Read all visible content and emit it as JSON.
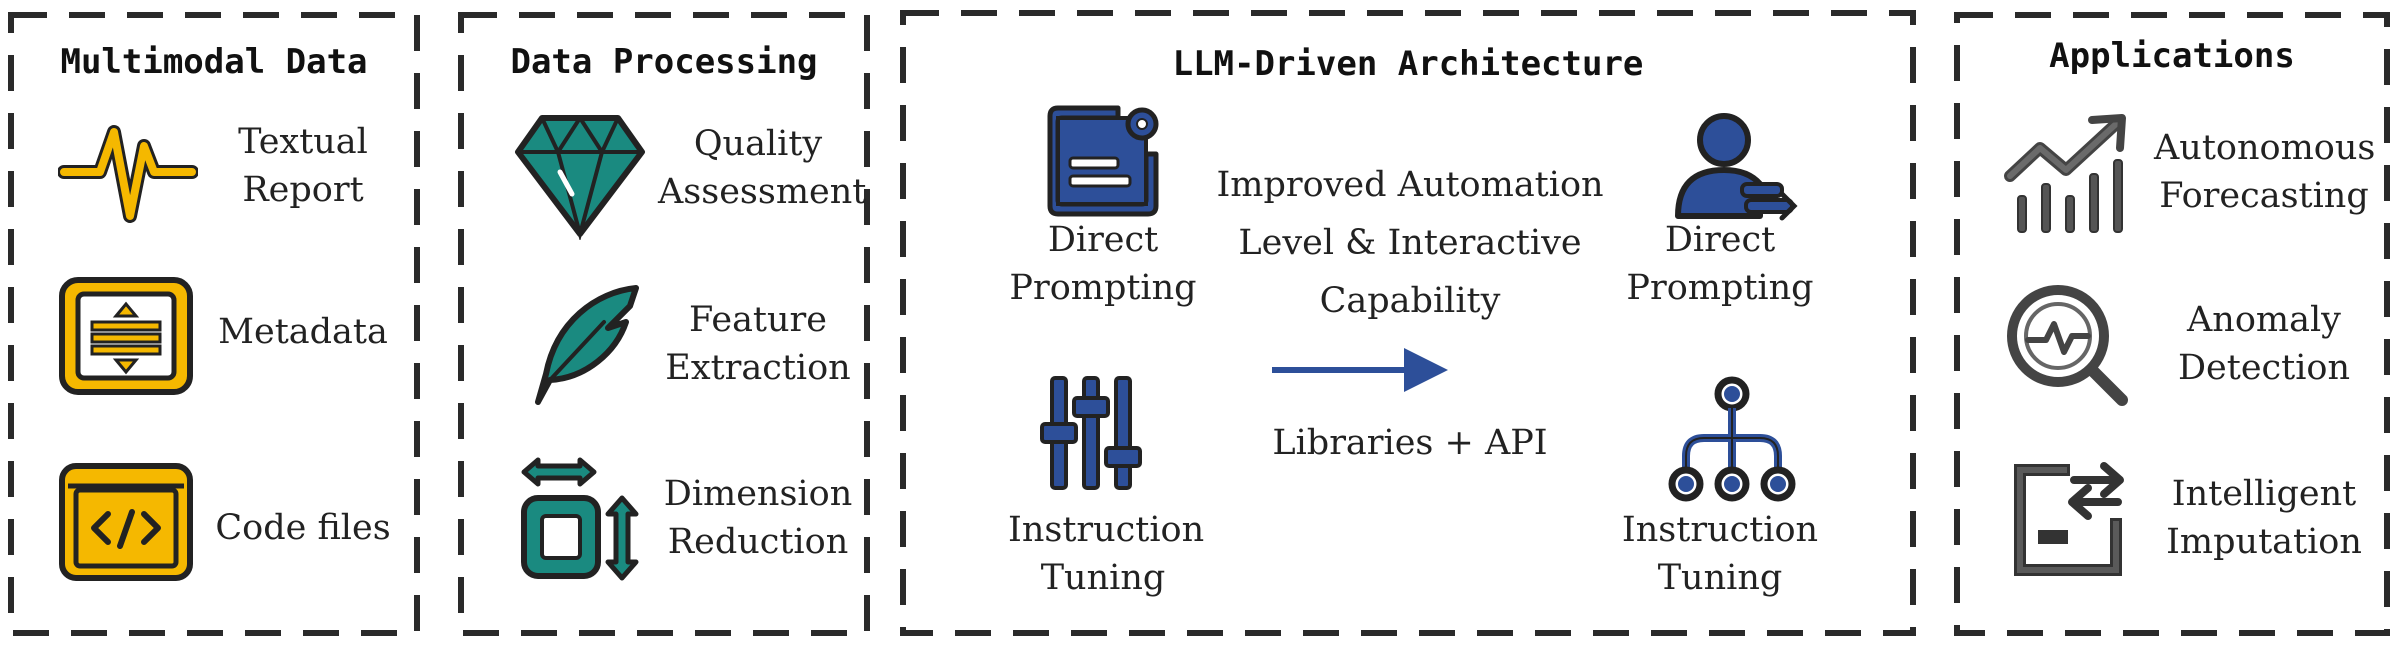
{
  "panels": {
    "multimodal": {
      "title": "Multimodal Data",
      "items": [
        {
          "line1": "Textual",
          "line2": "Report",
          "icon": "waveform-icon"
        },
        {
          "line1": "Metadata",
          "icon": "sliders-box-icon"
        },
        {
          "line1": "Code files",
          "icon": "code-window-icon"
        }
      ]
    },
    "processing": {
      "title": "Data Processing",
      "items": [
        {
          "line1": "Quality",
          "line2": "Assessment",
          "icon": "diamond-icon"
        },
        {
          "line1": "Feature",
          "line2": "Extraction",
          "icon": "feather-icon"
        },
        {
          "line1": "Dimension",
          "line2": "Reduction",
          "icon": "resize-icon"
        }
      ]
    },
    "architecture": {
      "title": "LLM-Driven Architecture",
      "left": [
        {
          "line1": "Direct",
          "line2": "Prompting",
          "icon": "document-icon"
        },
        {
          "line1": "Instruction",
          "line2": "Tuning",
          "icon": "equalizer-icon"
        }
      ],
      "right": [
        {
          "line1": "Direct",
          "line2": "Prompting",
          "icon": "user-icon"
        },
        {
          "line1": "Instruction",
          "line2": "Tuning",
          "icon": "hierarchy-icon"
        }
      ],
      "center": {
        "line1": "Improved Automation",
        "line2": "Level & Interactive",
        "line3": "Capability",
        "bottom": "Libraries + API"
      }
    },
    "applications": {
      "title": "Applications",
      "items": [
        {
          "line1": "Autonomous",
          "line2": "Forecasting",
          "icon": "trend-chart-icon"
        },
        {
          "line1": "Anomaly",
          "line2": "Detection",
          "icon": "magnifier-pulse-icon"
        },
        {
          "line1": "Intelligent",
          "line2": "Imputation",
          "icon": "swap-box-icon"
        }
      ]
    }
  },
  "colors": {
    "yellow": "#F5B800",
    "teal": "#1A8A80",
    "blue": "#2D4F99",
    "gray": "#5A5A5A",
    "outline": "#222222"
  }
}
